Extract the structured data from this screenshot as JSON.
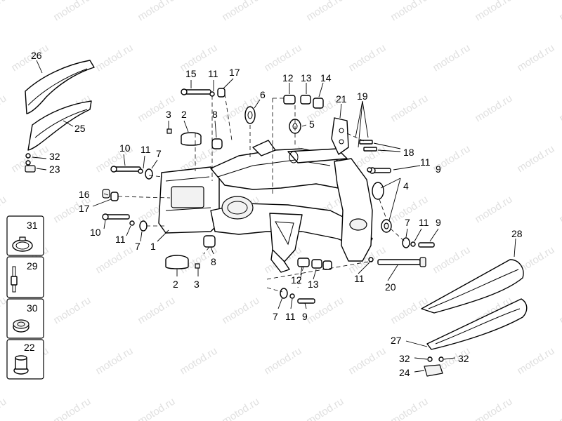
{
  "watermark": "motod.ru",
  "labels": {
    "l1": "1",
    "l2a": "2",
    "l2b": "2",
    "l3a": "3",
    "l3b": "3",
    "l4": "4",
    "l5": "5",
    "l6": "6",
    "l7a": "7",
    "l7b": "7",
    "l7c": "7",
    "l7d": "7",
    "l8a": "8",
    "l8b": "8",
    "l9a": "9",
    "l9b": "9",
    "l9c": "9",
    "l10a": "10",
    "l10b": "10",
    "l11a": "11",
    "l11b": "11",
    "l11c": "11",
    "l11d": "11",
    "l11e": "11",
    "l11f": "11",
    "l11g": "11",
    "l12a": "12",
    "l12b": "12",
    "l13a": "13",
    "l13b": "13",
    "l14": "14",
    "l15": "15",
    "l16": "16",
    "l17a": "17",
    "l17b": "17",
    "l18": "18",
    "l19": "19",
    "l20": "20",
    "l21": "21",
    "l22": "22",
    "l23": "23",
    "l24": "24",
    "l25": "25",
    "l26": "26",
    "l27": "27",
    "l28": "28",
    "l29": "29",
    "l30": "30",
    "l31": "31",
    "l32a": "32",
    "l32b": "32",
    "l32c": "32"
  },
  "icons": {
    "box31": "clamp-ring-icon",
    "box29": "spacer-bolt-icon",
    "box30": "nut-icon",
    "box22": "rivet-nut-icon"
  }
}
